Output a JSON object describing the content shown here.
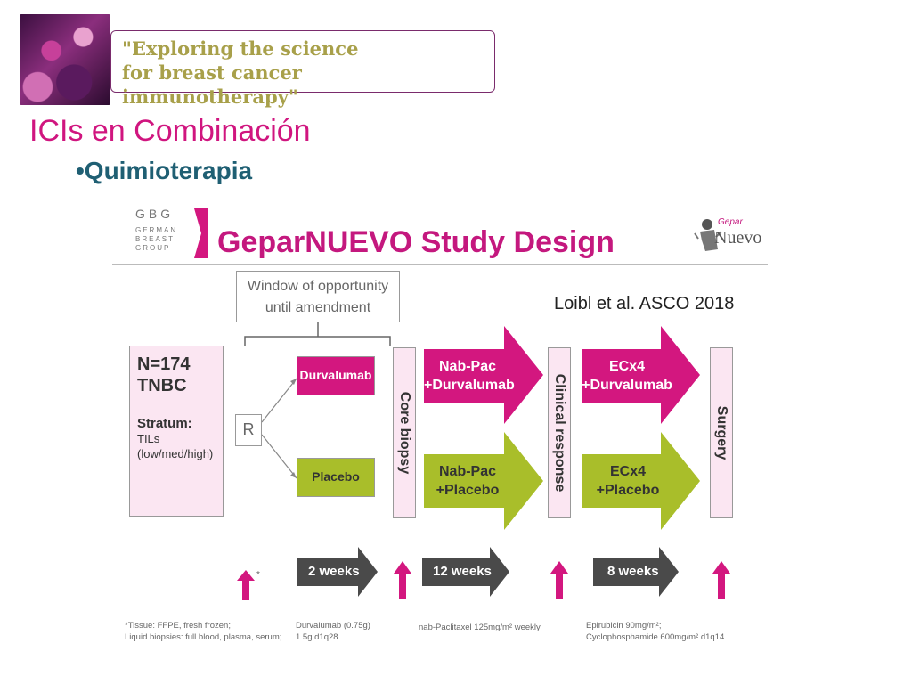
{
  "header": {
    "banner_line1": "\"Exploring the science",
    "banner_line2": "for breast cancer immunotherapy\""
  },
  "slide": {
    "title": "ICIs en Combinación",
    "bullet": "•Quimioterapia"
  },
  "figure": {
    "org_abbrev": "GBG",
    "org_line1": "GERMAN",
    "org_line2": "BREAST",
    "org_line3": "GROUP",
    "title": "GeparNUEVO Study Design",
    "logo_text1": "Gepar",
    "logo_text2": "Nuevo",
    "window_line1": "Window of opportunity",
    "window_line2": "until amendment",
    "citation": "Loibl et al. ASCO 2018",
    "population": {
      "n": "N=174",
      "type": "TNBC",
      "stratum_label": "Stratum:",
      "stratum_line1": "TILs",
      "stratum_line2": "(low/med/high)"
    },
    "randomization": "R",
    "arm_durva": "Durvalumab",
    "arm_placebo": "Placebo",
    "core_biopsy": "Core biopsy",
    "clinical_response": "Clinical response",
    "surgery": "Surgery",
    "nabpac_durva_1": "Nab-Pac",
    "nabpac_durva_2": "+Durvalumab",
    "nabpac_placebo_1": "Nab-Pac",
    "nabpac_placebo_2": "+Placebo",
    "ec_durva_1": "ECx4",
    "ec_durva_2": "+Durvalumab",
    "ec_placebo_1": "ECx4",
    "ec_placebo_2": "+Placebo",
    "weeks_1": "2 weeks",
    "weeks_2": "12 weeks",
    "weeks_3": "8 weeks",
    "asterisk": "*",
    "foot_tissue_1": "*Tissue: FFPE, fresh frozen;",
    "foot_tissue_2": "Liquid biopsies: full blood, plasma, serum;",
    "foot_durva_1": "Durvalumab (0.75g)",
    "foot_durva_2": "1.5g d1q28",
    "foot_nab": "nab-Paclitaxel 125mg/m² weekly",
    "foot_epi_1": "Epirubicin 90mg/m²;",
    "foot_epi_2": "Cyclophosphamide 600mg/m² d1q14"
  },
  "colors": {
    "magenta": "#d3177f",
    "green": "#a9be2a",
    "gray_arrow": "#4a4a4a",
    "pink_fill": "#fbe6f2",
    "title_pink": "#d0157f",
    "bullet_teal": "#1f5f73"
  }
}
